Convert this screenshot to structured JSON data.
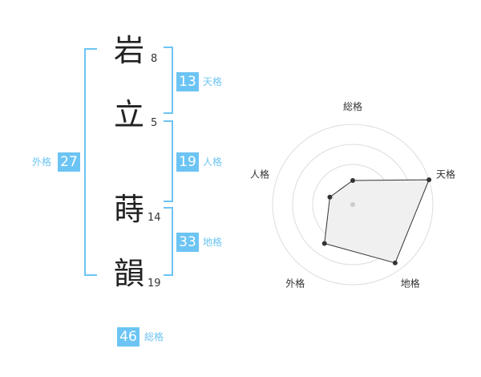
{
  "name": {
    "chars": [
      {
        "char": "岩",
        "strokes": "8"
      },
      {
        "char": "立",
        "strokes": "5"
      },
      {
        "char": "蒔",
        "strokes": "14"
      },
      {
        "char": "韻",
        "strokes": "19"
      }
    ]
  },
  "fortunes": {
    "tenkaku": {
      "value": "13",
      "label": "天格"
    },
    "jinkaku": {
      "value": "19",
      "label": "人格"
    },
    "chikaku": {
      "value": "33",
      "label": "地格"
    },
    "gaikaku": {
      "value": "27",
      "label": "外格"
    },
    "soukaku": {
      "value": "46",
      "label": "総格"
    }
  },
  "chart_data": {
    "type": "radar",
    "axes": [
      "総格",
      "天格",
      "地格",
      "外格",
      "人格"
    ],
    "values": [
      0.3,
      1.0,
      0.9,
      0.6,
      0.3
    ],
    "max": 1.0,
    "rings": 4,
    "fill": "#f0f0f0",
    "stroke": "#333333"
  }
}
